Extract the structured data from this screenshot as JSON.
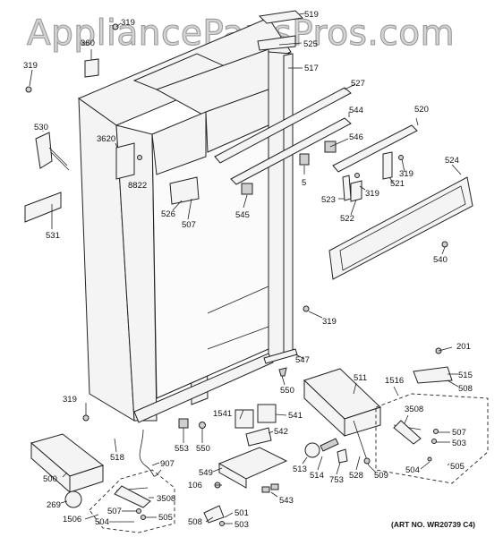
{
  "watermark": "AppliancePartsPros.com",
  "art_number": "(ART NO. WR20739 C4)",
  "callouts": [
    "519",
    "319",
    "360",
    "525",
    "319",
    "517",
    "527",
    "530",
    "544",
    "520",
    "546",
    "3620",
    "8822",
    "319",
    "524",
    "5",
    "521",
    "523",
    "319",
    "522",
    "526",
    "507",
    "545",
    "531",
    "540",
    "319",
    "201",
    "547",
    "515",
    "550",
    "508",
    "511",
    "1516",
    "319",
    "3508",
    "1541",
    "541",
    "507",
    "503",
    "542",
    "553",
    "550",
    "518",
    "907",
    "513",
    "514",
    "753",
    "528",
    "509",
    "504",
    "505",
    "549",
    "500",
    "106",
    "543",
    "3508",
    "269",
    "507",
    "505",
    "1506",
    "504",
    "508",
    "501",
    "503"
  ]
}
